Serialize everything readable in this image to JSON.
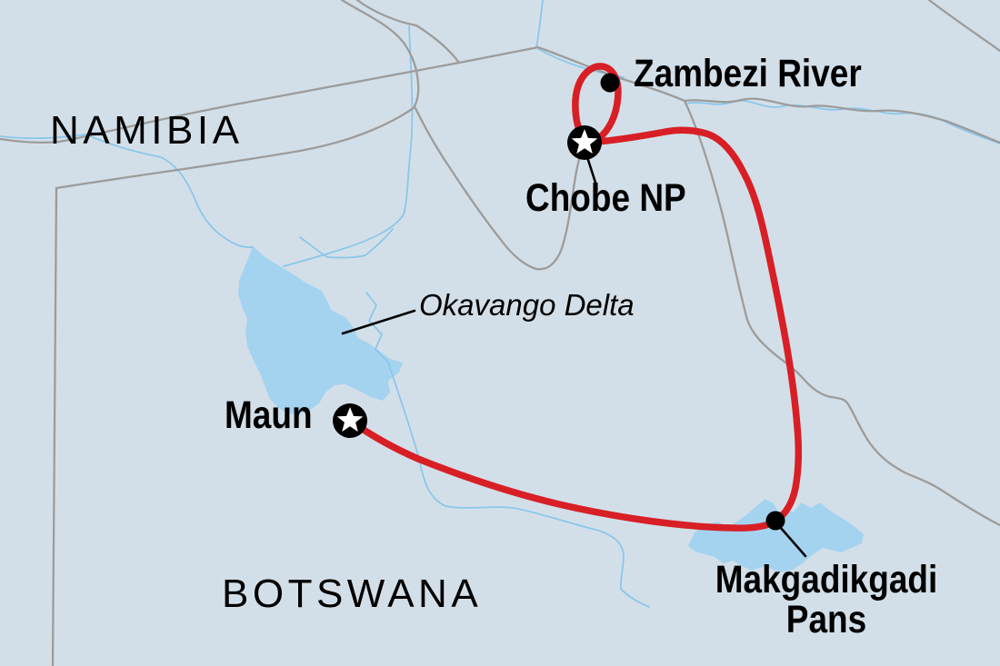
{
  "map": {
    "type": "tour-route-map",
    "countries": [
      {
        "label": "NAMIBIA"
      },
      {
        "label": "BOTSWANA"
      }
    ],
    "water_features": [
      {
        "label": "Okavango Delta",
        "kind": "inland delta / lake"
      },
      {
        "label": "Makgadikgadi Pans",
        "kind": "salt pans"
      }
    ],
    "places": [
      {
        "label": "Zambezi River",
        "marker": "dot"
      },
      {
        "label": "Chobe NP",
        "marker": "star"
      },
      {
        "label": "Maun",
        "marker": "star"
      },
      {
        "label_line1": "Makgadikgadi",
        "label_line2": "Pans",
        "marker": "dot"
      }
    ],
    "route": {
      "stops": [
        "Maun",
        "Makgadikgadi Pans",
        "Chobe NP",
        "Zambezi River"
      ],
      "shape": "loop from Chobe NP to Zambezi River; arc Chobe NP to Makgadikgadi Pans to Maun"
    },
    "colors": {
      "background": "#d3dfe8",
      "water_fill": "#a4d3f0",
      "river_stroke": "#8ac7ea",
      "border_stroke": "#9c9c9c",
      "route_stroke": "#d81f26",
      "marker_fill": "#000000",
      "star_fill": "#ffffff",
      "label_color": "#000000"
    }
  }
}
